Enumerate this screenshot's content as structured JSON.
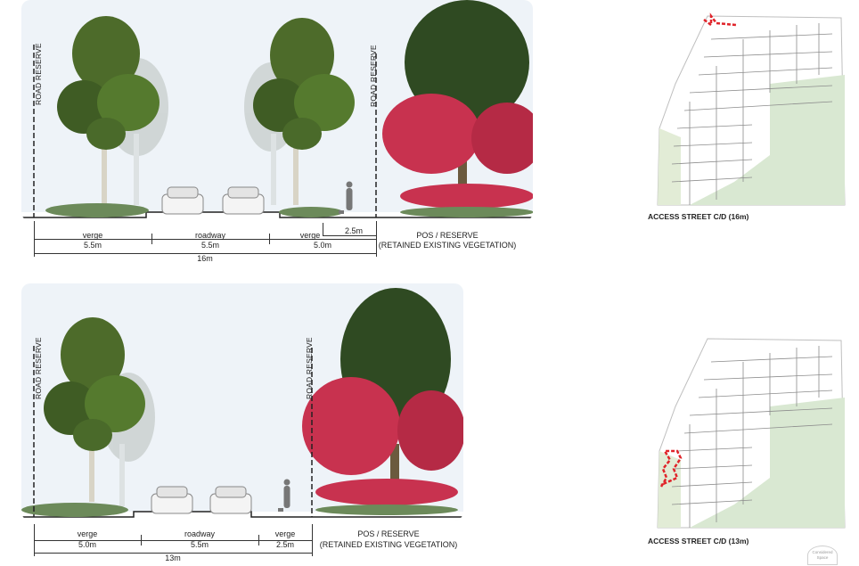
{
  "sections": [
    {
      "id": "section-16m",
      "road_reserve_label": "ROAD RESERVE",
      "segments": [
        {
          "label": "verge",
          "width": "5.5m"
        },
        {
          "label": "roadway",
          "width": "5.5m"
        },
        {
          "label": "verge",
          "width": "5.0m"
        }
      ],
      "footpath_width": "2.5m",
      "total_width": "16m",
      "pos_label": "POS / RESERVE",
      "pos_sublabel": "(RETAINED EXISTING VEGETATION)"
    },
    {
      "id": "section-13m",
      "road_reserve_label": "ROAD RESERVE",
      "segments": [
        {
          "label": "verge",
          "width": "5.0m"
        },
        {
          "label": "roadway",
          "width": "5.5m"
        },
        {
          "label": "verge",
          "width": "2.5m"
        }
      ],
      "total_width": "13m",
      "pos_label": "POS / RESERVE",
      "pos_sublabel": "(RETAINED EXISTING VEGETATION)"
    }
  ],
  "maps": [
    {
      "title": "ACCESS STREET C/D (16m)"
    },
    {
      "title": "ACCESS STREET C/D (13m)"
    }
  ],
  "stamp_text": "Considered Space",
  "colors": {
    "sky": "#eef3f8",
    "tree_green": "#4d6b2a",
    "tree_dark": "#2f4a22",
    "flower_red": "#c8324f",
    "map_green": "#d9e8d2",
    "map_line": "#8c8c8c",
    "highlight_red": "#e0242a"
  }
}
